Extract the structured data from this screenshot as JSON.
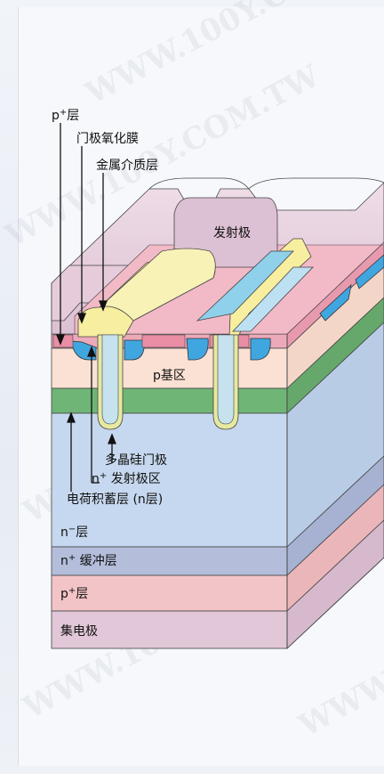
{
  "labels": {
    "p_plus_top": {
      "prefix": "p",
      "sup": "+",
      "suffix": "层"
    },
    "gate_oxide": "门极氧化膜",
    "dielectric": "金属介质层",
    "emitter": "发射极",
    "p_base": "p基区",
    "poly_gate": "多晶硅门极",
    "n_emitter": {
      "prefix": "n",
      "sup": "+",
      "suffix": " 发射极区"
    },
    "charge_storage": "电荷积蓄层 (n层)",
    "n_minus": {
      "prefix": "n",
      "sup": "−",
      "suffix": "层"
    },
    "n_buffer": {
      "prefix": "n",
      "sup": "+",
      "suffix": " 缓冲层"
    },
    "p_plus_bottom": {
      "prefix": "p",
      "sup": "+",
      "suffix": "层"
    },
    "collector": "集电极"
  },
  "watermark": "WWW.100Y.COM.TW",
  "colors": {
    "emitter_metal": "#e9d3df",
    "dielectric": "#f7eea0",
    "n_plus": "#ecaab9",
    "p_base": "#fbe1d4",
    "charge_layer": "#6fb576",
    "n_drift": "#c6d8ef",
    "n_buffer": "#b4bedb",
    "p_plus_collector": "#f3c4c7",
    "collector_metal": "#e1c7d8",
    "p_plus_contact": "#40a6e0",
    "trench_oxide": "#e6e9a0"
  }
}
